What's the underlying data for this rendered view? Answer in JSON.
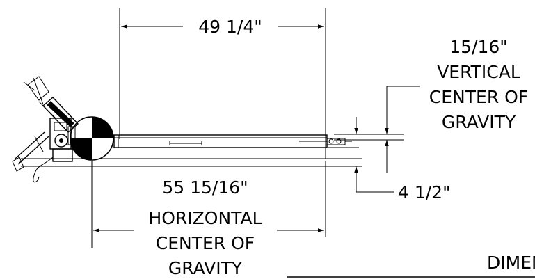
{
  "dimensions": {
    "top_length": "49 1/4\"",
    "vertical_cg_value": "15/16\"",
    "vertical_cg_line1": "VERTICAL",
    "vertical_cg_line2": "CENTER OF",
    "vertical_cg_line3": "GRAVITY",
    "offset_height": "4 1/2\"",
    "horizontal_cg_value": "55 15/16\"",
    "horizontal_cg_line1": "HORIZONTAL",
    "horizontal_cg_line2": "CENTER OF",
    "horizontal_cg_line3": "GRAVITY"
  },
  "title_block": {
    "title_partial": "DIMEN"
  }
}
